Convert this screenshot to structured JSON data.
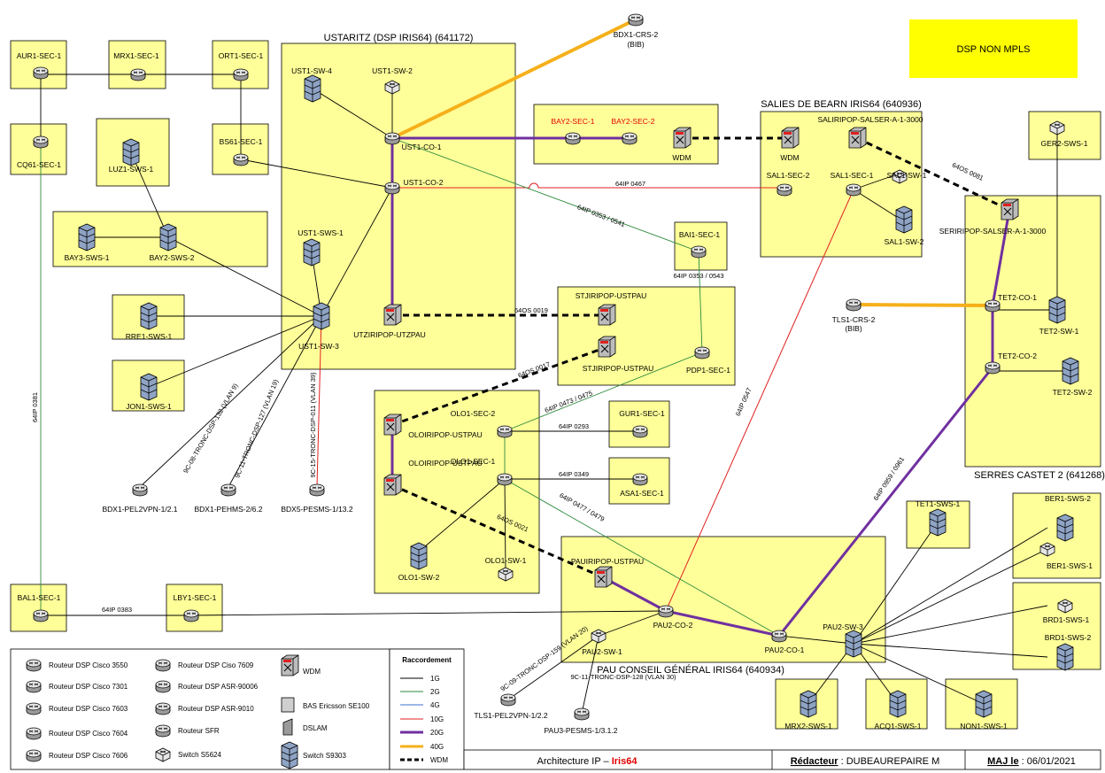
{
  "colors": {
    "zone_fill": "#ffff99",
    "banner_fill": "#ffff00",
    "g1": "#000000",
    "g2": "#2e8b3e",
    "g4": "#3f6fd0",
    "g10": "#e02020",
    "g20": "#7030a0",
    "g40": "#f5b01a",
    "wdm": "#000000",
    "router_fill": "#d8d8d8"
  },
  "banner": {
    "dsp_non_mpls": "DSP NON MPLS"
  },
  "zones": {
    "ustaritz": "USTARITZ (DSP IRIS64) (641172)",
    "salies": "SALIES DE BEARN IRIS64 (640936)",
    "serres": "SERRES CASTET 2 (641268)",
    "pau": "PAU CONSEIL GÉNÉRAL IRIS64 (640934)"
  },
  "nodes": {
    "aur1": "AUR1-SEC-1",
    "mrx1": "MRX1-SEC-1",
    "ort1": "ORT1-SEC-1",
    "cq61": "CQ61-SEC-1",
    "bs61": "BS61-SEC-1",
    "luz1": "LUZ1-SWS-1",
    "bay3": "BAY3-SWS-1",
    "bay2sws": "BAY2-SWS-2",
    "rre1": "RRE1-SWS-1",
    "jon1": "JON1-SWS-1",
    "ust1sw4": "UST1-SW-4",
    "ust1sw2": "UST1-SW-2",
    "ust1co1": "UST1-CO-1",
    "ust1co2": "UST1-CO-2",
    "ust1sws1": "UST1-SWS-1",
    "ust1sw3": "UST1-SW-3",
    "utzpop": "UTZIRIPOP-UTZPAU",
    "bdx1crs": "BDX1-CRS-2",
    "bdx1crs_sub": "(BIB)",
    "bay2sec1": "BAY2-SEC-1",
    "bay2sec2": "BAY2-SEC-2",
    "wdm1": "WDM",
    "wdm2": "WDM",
    "salpop": "SALIRIPOP-SALSER-A-1-3000",
    "sal1sec2": "SAL1-SEC-2",
    "sal1sec1": "SAL1-SEC-1",
    "sal1sw1": "SAL1-SW-1",
    "sal1sw2": "SAL1-SW-2",
    "ger2": "GER2-SWS-1",
    "seripop": "SERIRIPOP-SALSER-A-1-3000",
    "bai1": "BAI1-SEC-1",
    "tls1crs": "TLS1-CRS-2",
    "tls1crs_sub": "(BIB)",
    "tet2co1": "TET2-CO-1",
    "tet2sw1": "TET2-SW-1",
    "tet2co2": "TET2-CO-2",
    "tet2sw2": "TET2-SW-2",
    "stjpop1": "STJIRIPOP-USTPAU",
    "stjpop2": "STJIRIPOP-USTPAU",
    "pdp1": "PDP1-SEC-1",
    "oloipop1": "OLOIRIPOP-USTPAU",
    "oloipop2": "OLOIRIPOP-USTPAU",
    "olo1sec2": "OLO1-SEC-2",
    "olo1sec1": "OLO1-SEC-1",
    "gur1": "GUR1-SEC-1",
    "asa1": "ASA1-SEC-1",
    "olo1sw2": "OLO1-SW-2",
    "olo1sw1": "OLO1-SW-1",
    "bdx1pel": "BDX1-PEL2VPN-1/2.1",
    "bdx1pehms": "BDX1-PEHMS-2/6.2",
    "bdx5pesms": "BDX5-PESMS-1/13.2",
    "bal1": "BAL1-SEC-1",
    "lby1": "LBY1-SEC-1",
    "paupop": "PAUIRIPOP-USTPAU",
    "pau2co2": "PAU2-CO-2",
    "pau2co1": "PAU2-CO-1",
    "pau2sw1": "PAU2-SW-1",
    "pau2sw3": "PAU2-SW-3",
    "tls1pel": "TLS1-PEL2VPN-1/2.2",
    "pau3pesms": "PAU3-PESMS-1/3.1.2",
    "tet1sws": "TET1-SWS-1",
    "ber1sws2": "BER1-SWS-2",
    "ber1sws1": "BER1-SWS-1",
    "brd1sws1": "BRD1-SWS-1",
    "brd1sws2": "BRD1-SWS-2",
    "mrx2": "MRX2-SWS-1",
    "acq1": "ACQ1-SWS-1",
    "non1": "NON1-SWS-1"
  },
  "links": {
    "l0467": "64IP 0467",
    "l0353_541": "64IP 0353 / 0541",
    "l0353_543": "64IP 0353 / 0543",
    "l0081": "64OS 0081",
    "l0019": "64OS 0019",
    "l0017": "64OS 0017",
    "l0473": "64IP 0473 / 0475",
    "l0293": "64IP 0293",
    "l0349": "64IP 0349",
    "l0477": "64IP 0477 / 0479",
    "l0021": "64OS 0021",
    "l0547": "64IP 0547",
    "l0959": "64IP 0959 / 0961",
    "l0381": "64IP 0381",
    "l0383": "64IP 0383",
    "vlan9": "9C-08-TRONC-DSP-132 (VLAN 9)",
    "vlan19": "9C-11-TRONC-DSP-127 (VLAN 19)",
    "vlan39": "9C-15-TRONC-DSP-011 (VLAN 39)",
    "vlan20": "9C-09-TRONC-DSP-159 (VLAN 20)",
    "vlan30": "9C-11-TRONC-DSP-128 (VLAN 30)"
  },
  "legend": {
    "r3550": "Routeur DSP Cisco 3550",
    "r7301": "Routeur DSP Cisco 7301",
    "r7603": "Routeur DSP Cisco 7603",
    "r7604": "Routeur DSP Cisco 7604",
    "r7606": "Routeur DSP Cisco 7606",
    "r7609": "Routeur DSP Ciso 7609",
    "r90006": "Routeur DSP ASR-90006",
    "r9010": "Routeur DSP ASR-9010",
    "rsfr": "Routeur SFR",
    "s5624": "Switch S5624",
    "wdm": "WDM",
    "bas": "BAS Ericsson SE100",
    "dslam": "DSLAM",
    "s9303": "Switch S9303",
    "title": "Raccordement",
    "g1": "1G",
    "g2": "2G",
    "g4": "4G",
    "g10": "10G",
    "g20": "20G",
    "g40": "40G",
    "gwdm": "WDM"
  },
  "footer": {
    "arch_prefix": "Architecture IP – ",
    "arch_name": "Iris64",
    "redacteur_label": "Rédacteur",
    "redacteur_value": " : DUBEAUREPAIRE M",
    "maj_label": "MAJ le",
    "maj_value": " : 06/01/2021"
  }
}
